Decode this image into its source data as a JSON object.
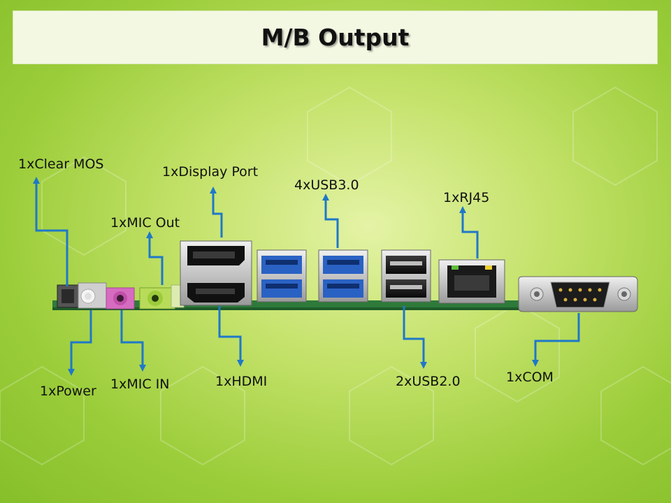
{
  "title": "M/B Output",
  "labels": {
    "clear_mos": "1xClear MOS",
    "display_port": "1xDisplay Port",
    "usb30": "4xUSB3.0",
    "rj45": "1xRJ45",
    "mic_out": "1xMIC Out",
    "power": "1xPower",
    "mic_in": "1xMIC IN",
    "hdmi": "1xHDMI",
    "usb20": "2xUSB2.0",
    "com": "1xCOM"
  },
  "colors": {
    "arrow": "#1f78c8",
    "background": "#a6d244",
    "title_bg": "#f3f8e3",
    "usb3_blue": "#2a62c4",
    "mic_pink": "#d66cc0",
    "mic_green": "#9ccc3a"
  }
}
